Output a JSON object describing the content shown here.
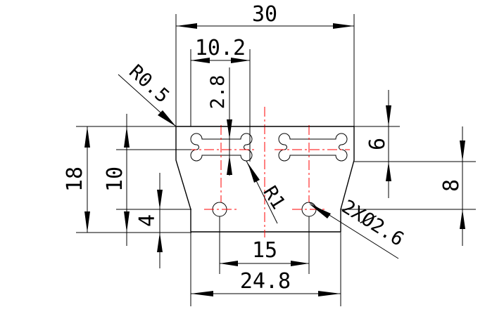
{
  "colors": {
    "line": "#000000",
    "centerline": "#ff0000",
    "background": "#ffffff"
  },
  "dimensions": {
    "overall_width": "30",
    "slot_width": "10.2",
    "corner_radius": "R0.5",
    "slot_height": "2.8",
    "top_step": "6",
    "right_height": "8",
    "total_height": "18",
    "inner_height": "10",
    "hole_offset": "4",
    "hole_radius": "R1",
    "hole_diameter": "2XØ2.6",
    "hole_spacing": "15",
    "base_width": "24.8"
  }
}
